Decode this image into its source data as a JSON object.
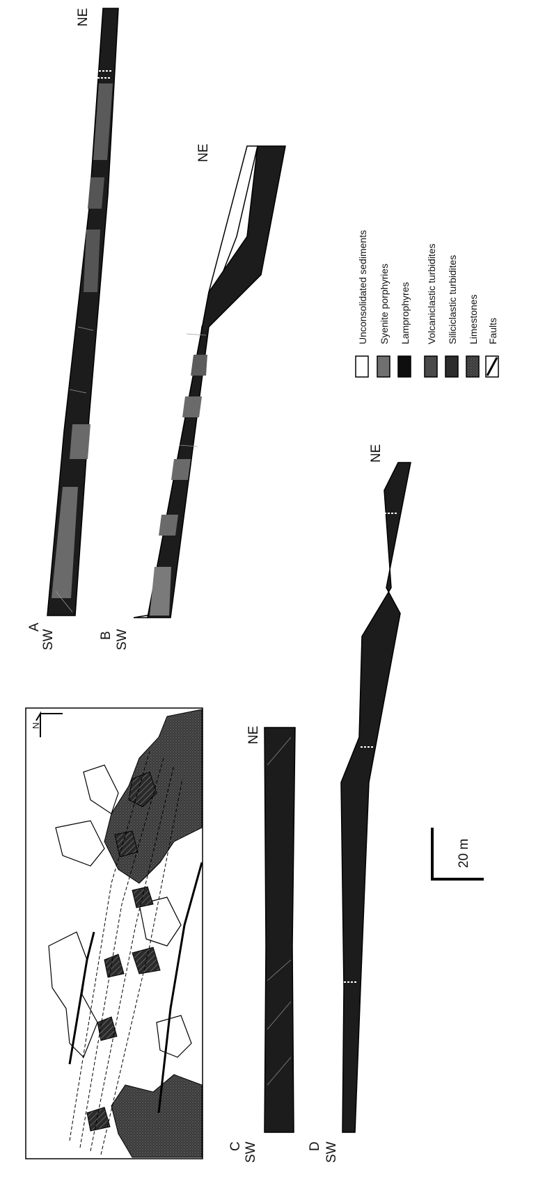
{
  "sections": {
    "a": {
      "letter": "A",
      "sw": "SW",
      "ne": "NE"
    },
    "b": {
      "letter": "B",
      "sw": "SW",
      "ne": "NE"
    },
    "c": {
      "letter": "C",
      "sw": "SW",
      "ne": "NE"
    },
    "d": {
      "letter": "D",
      "sw": "SW",
      "ne": "NE"
    }
  },
  "legend": {
    "items": [
      {
        "label": "Unconsolidated sediments",
        "fill": "#ffffff"
      },
      {
        "label": "Syenite porphyries",
        "fill": "#707070"
      },
      {
        "label": "Lamprophyres",
        "fill": "#0e0e0e"
      },
      {
        "label": "Volcaniclastic turbidites",
        "fill": "#4a4a4a"
      },
      {
        "label": "Siliciclastic turbidites",
        "fill": "#2c2c2c"
      },
      {
        "label": "Limestones",
        "fill": "#5a5a5a"
      },
      {
        "label": "Faults",
        "fill": "#ffffff"
      }
    ]
  },
  "map": {
    "north_label": "N"
  },
  "scale_bar": {
    "label": "20 m"
  },
  "colors": {
    "dark": "#1a1a1a",
    "mid": "#555555",
    "light": "#8a8a8a",
    "line": "#000000"
  }
}
